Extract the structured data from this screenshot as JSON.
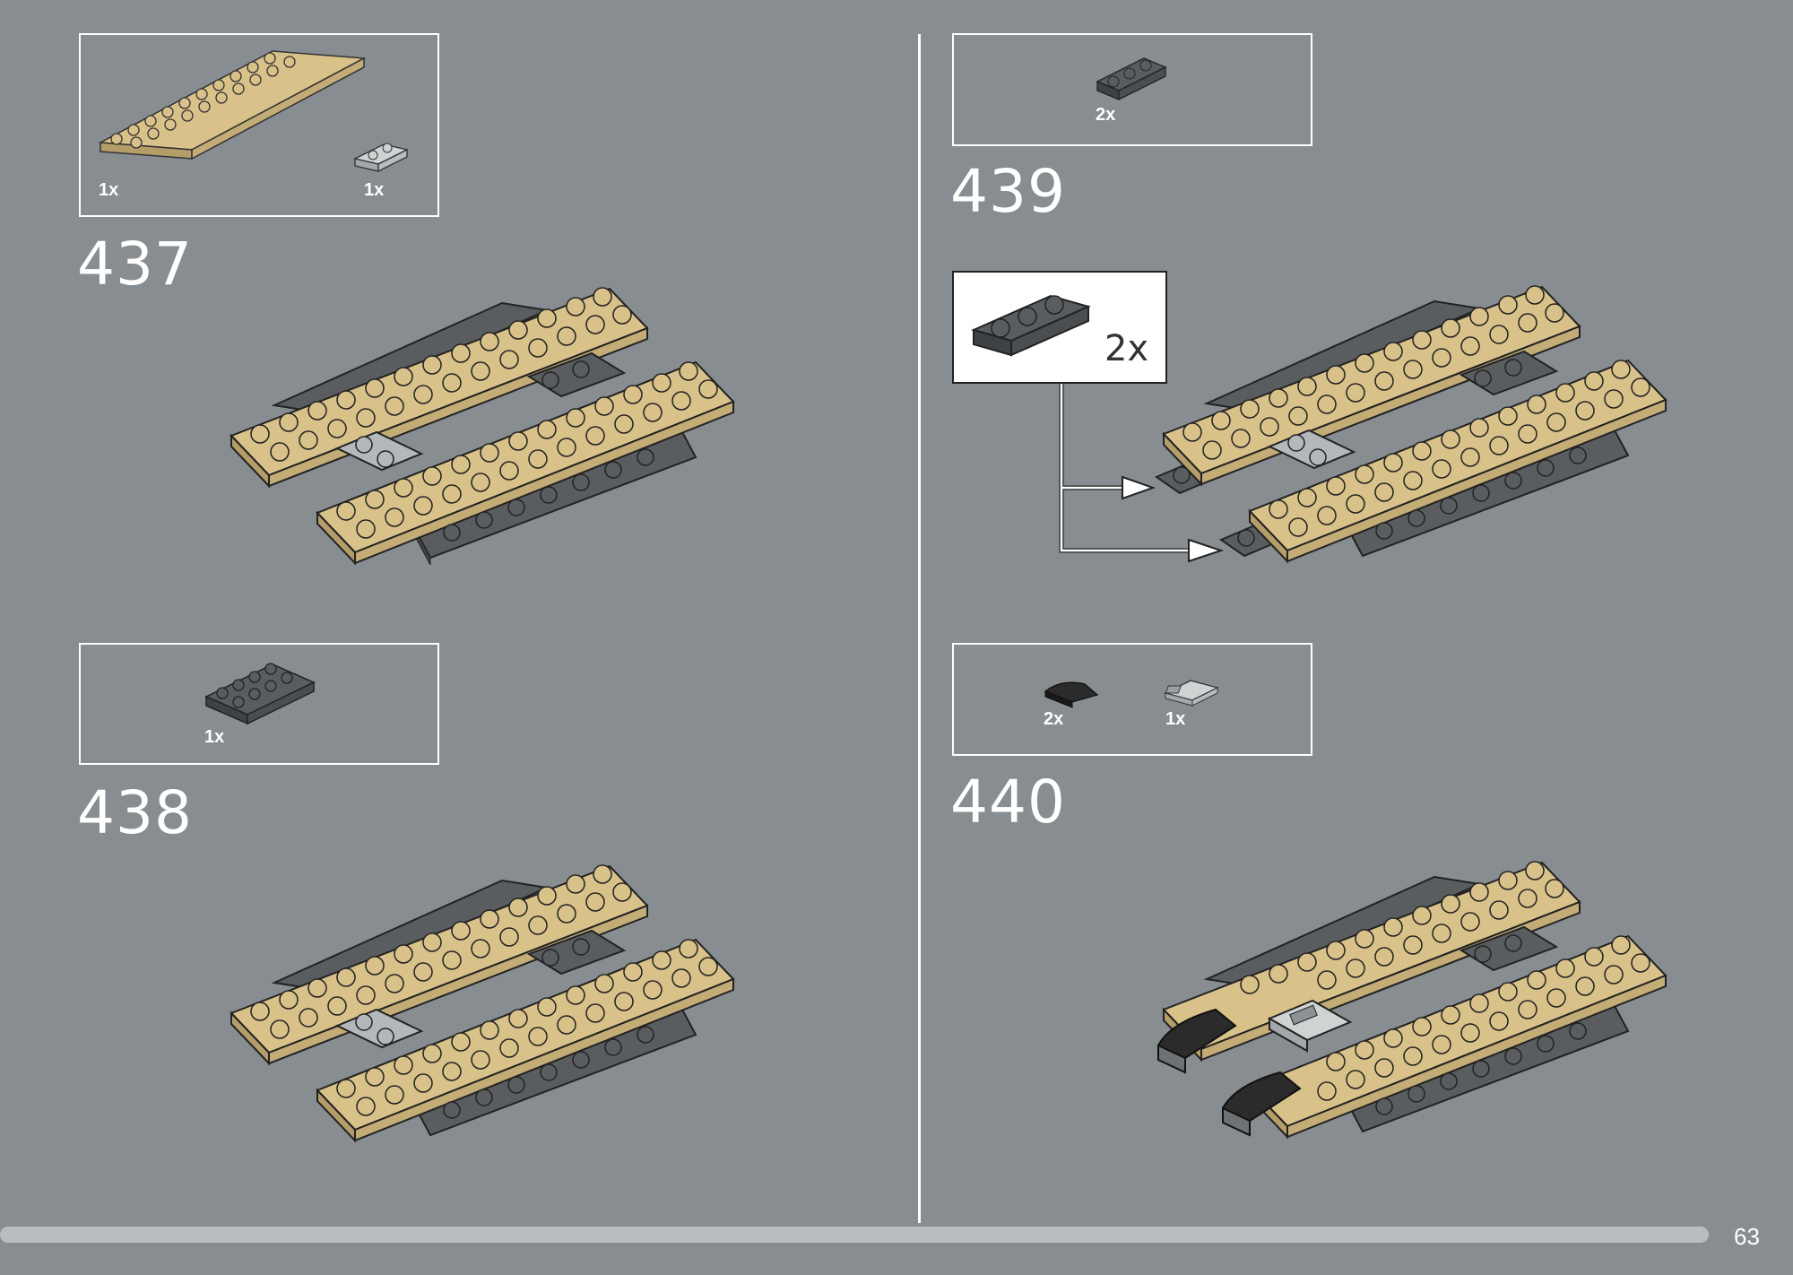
{
  "steps": [
    {
      "number": "437",
      "parts": [
        {
          "qty": "1x",
          "part": "tan-plate-2x10"
        },
        {
          "qty": "1x",
          "part": "light-gray-plate-1x2"
        }
      ]
    },
    {
      "number": "438",
      "parts": [
        {
          "qty": "1x",
          "part": "dark-gray-plate-2x4"
        }
      ]
    },
    {
      "number": "439",
      "parts": [
        {
          "qty": "2x",
          "part": "dark-gray-plate-1x3"
        }
      ],
      "callout": {
        "qty": "2x",
        "part": "dark-gray-plate-1x3"
      }
    },
    {
      "number": "440",
      "parts": [
        {
          "qty": "2x",
          "part": "black-curved-slope"
        },
        {
          "qty": "1x",
          "part": "light-gray-grille-tile"
        }
      ]
    }
  ],
  "page_number": "63",
  "colors": {
    "background": "#878d90",
    "tan": "#d9c18a",
    "dark_gray": "#5a5d60",
    "light_gray": "#b4b8ba",
    "black": "#2b2b2b"
  }
}
